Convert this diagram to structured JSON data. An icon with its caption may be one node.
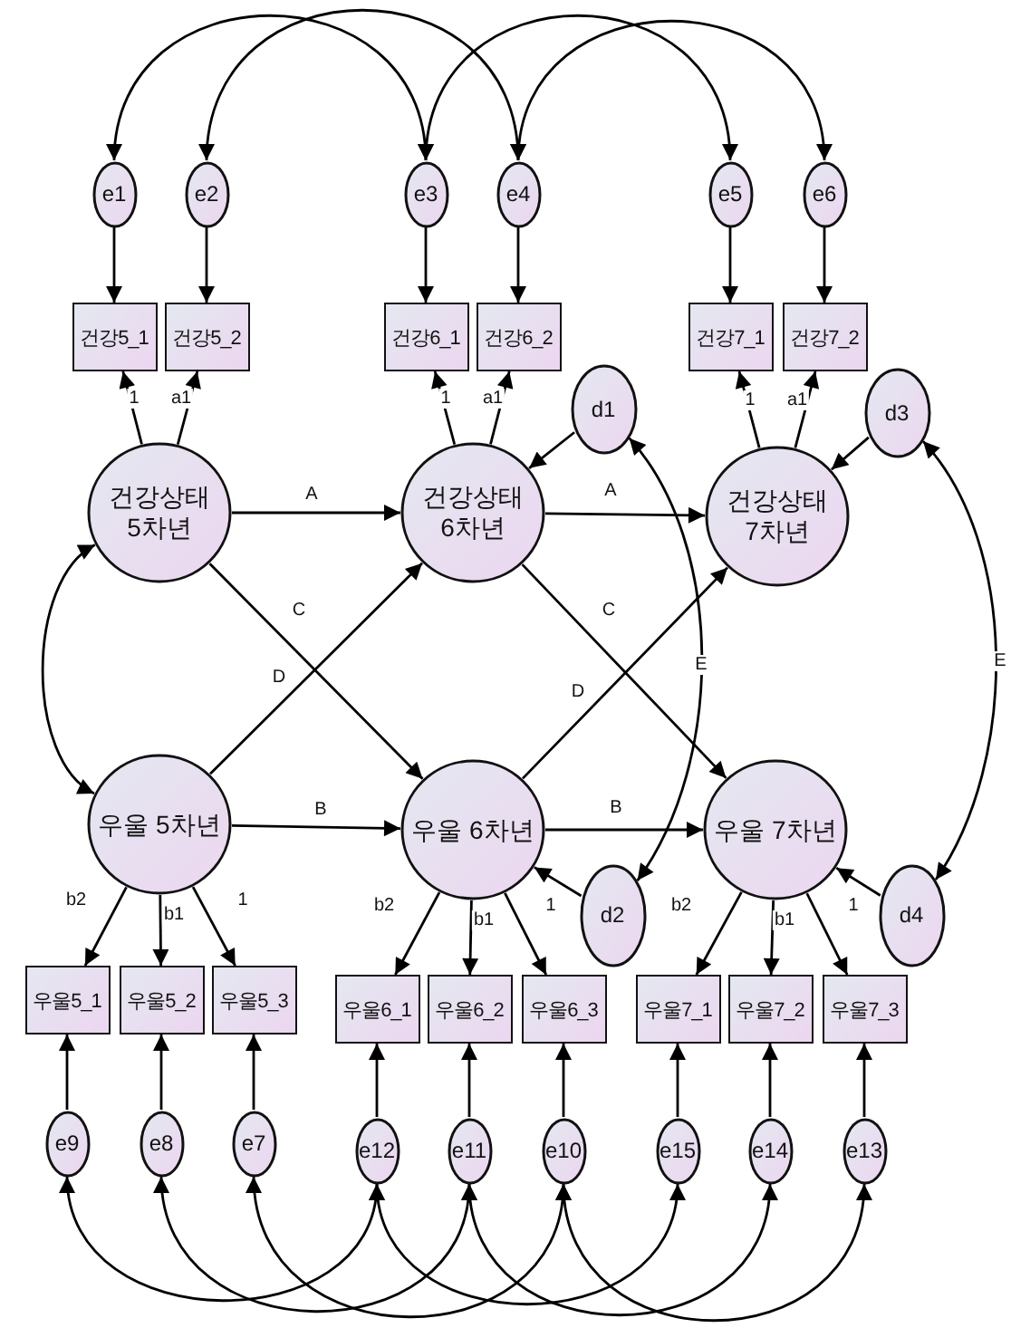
{
  "diagram": {
    "nodes": [
      {
        "text": [
          "e1"
        ]
      },
      {
        "text": [
          "e2"
        ]
      },
      {
        "text": [
          "e3"
        ]
      },
      {
        "text": [
          "e4"
        ]
      },
      {
        "text": [
          "e5"
        ]
      },
      {
        "text": [
          "e6"
        ]
      },
      {
        "text": [
          "건강5_1"
        ]
      },
      {
        "text": [
          "건강5_2"
        ]
      },
      {
        "text": [
          "건강6_1"
        ]
      },
      {
        "text": [
          "건강6_2"
        ]
      },
      {
        "text": [
          "건강7_1"
        ]
      },
      {
        "text": [
          "건강7_2"
        ]
      },
      {
        "text": [
          "d1"
        ]
      },
      {
        "text": [
          "d3"
        ]
      },
      {
        "text": [
          "건강상태 5차년"
        ]
      },
      {
        "text": [
          "건강상태 6차년"
        ]
      },
      {
        "text": [
          "건강상태 7차년"
        ]
      },
      {
        "text": [
          "우울 5차년"
        ]
      },
      {
        "text": [
          "우울 6차년"
        ]
      },
      {
        "text": [
          "우울 7차년"
        ]
      },
      {
        "text": [
          "d2"
        ]
      },
      {
        "text": [
          "d4"
        ]
      },
      {
        "text": [
          "우울5_1"
        ]
      },
      {
        "text": [
          "우울5_2"
        ]
      },
      {
        "text": [
          "우울5_3"
        ]
      },
      {
        "text": [
          "우울6_1"
        ]
      },
      {
        "text": [
          "우울6_2"
        ]
      },
      {
        "text": [
          "우울6_3"
        ]
      },
      {
        "text": [
          "우울7_1"
        ]
      },
      {
        "text": [
          "우울7_2"
        ]
      },
      {
        "text": [
          "우울7_3"
        ]
      },
      {
        "text": [
          "e9"
        ]
      },
      {
        "text": [
          "e8"
        ]
      },
      {
        "text": [
          "e7"
        ]
      },
      {
        "text": [
          "e12"
        ]
      },
      {
        "text": [
          "e11"
        ]
      },
      {
        "text": [
          "e10"
        ]
      },
      {
        "text": [
          "e15"
        ]
      },
      {
        "text": [
          "e14"
        ]
      },
      {
        "text": [
          "e13"
        ]
      }
    ],
    "edges": [
      {
        "from": 0,
        "to": 2,
        "arrow": "both"
      },
      {
        "from": 1,
        "to": 3,
        "arrow": "both"
      },
      {
        "from": 2,
        "to": 4,
        "arrow": "both"
      },
      {
        "from": 3,
        "to": 5,
        "arrow": "both"
      },
      {
        "from": 0,
        "to": 6,
        "arrow": "to"
      },
      {
        "from": 1,
        "to": 7,
        "arrow": "to"
      },
      {
        "from": 2,
        "to": 8,
        "arrow": "to"
      },
      {
        "from": 3,
        "to": 9,
        "arrow": "to"
      },
      {
        "from": 4,
        "to": 10,
        "arrow": "to"
      },
      {
        "from": 5,
        "to": 11,
        "arrow": "to"
      },
      {
        "from": 14,
        "to": 6,
        "arrow": "to",
        "label": "1"
      },
      {
        "from": 14,
        "to": 7,
        "arrow": "to",
        "label": "a1"
      },
      {
        "from": 15,
        "to": 8,
        "arrow": "to",
        "label": "1"
      },
      {
        "from": 15,
        "to": 9,
        "arrow": "to",
        "label": "a1"
      },
      {
        "from": 16,
        "to": 10,
        "arrow": "to",
        "label": "1"
      },
      {
        "from": 16,
        "to": 11,
        "arrow": "to",
        "label": "a1"
      },
      {
        "from": 12,
        "to": 15,
        "arrow": "to"
      },
      {
        "from": 13,
        "to": 16,
        "arrow": "to"
      },
      {
        "from": 14,
        "to": 15,
        "arrow": "to",
        "label": "A"
      },
      {
        "from": 15,
        "to": 16,
        "arrow": "to",
        "label": "A"
      },
      {
        "from": 14,
        "to": 18,
        "arrow": "to",
        "label": "C"
      },
      {
        "from": 15,
        "to": 19,
        "arrow": "to",
        "label": "C"
      },
      {
        "from": 17,
        "to": 15,
        "arrow": "to",
        "label": "D"
      },
      {
        "from": 18,
        "to": 16,
        "arrow": "to",
        "label": "D"
      },
      {
        "from": 17,
        "to": 18,
        "arrow": "to",
        "label": "B"
      },
      {
        "from": 18,
        "to": 19,
        "arrow": "to",
        "label": "B"
      },
      {
        "from": 14,
        "to": 17,
        "arrow": "both"
      },
      {
        "from": 12,
        "to": 20,
        "arrow": "both",
        "label": "E"
      },
      {
        "from": 13,
        "to": 21,
        "arrow": "both",
        "label": "E"
      },
      {
        "from": 20,
        "to": 18,
        "arrow": "to"
      },
      {
        "from": 21,
        "to": 19,
        "arrow": "to"
      },
      {
        "from": 17,
        "to": 22,
        "arrow": "to",
        "label": "b2"
      },
      {
        "from": 17,
        "to": 23,
        "arrow": "to",
        "label": "b1"
      },
      {
        "from": 17,
        "to": 24,
        "arrow": "to",
        "label": "1"
      },
      {
        "from": 18,
        "to": 25,
        "arrow": "to",
        "label": "b2"
      },
      {
        "from": 18,
        "to": 26,
        "arrow": "to",
        "label": "b1"
      },
      {
        "from": 18,
        "to": 27,
        "arrow": "to",
        "label": "1"
      },
      {
        "from": 19,
        "to": 28,
        "arrow": "to",
        "label": "b2"
      },
      {
        "from": 19,
        "to": 29,
        "arrow": "to",
        "label": "b1"
      },
      {
        "from": 19,
        "to": 30,
        "arrow": "to",
        "label": "1"
      },
      {
        "from": 31,
        "to": 22,
        "arrow": "to"
      },
      {
        "from": 32,
        "to": 23,
        "arrow": "to"
      },
      {
        "from": 33,
        "to": 24,
        "arrow": "to"
      },
      {
        "from": 34,
        "to": 25,
        "arrow": "to"
      },
      {
        "from": 35,
        "to": 26,
        "arrow": "to"
      },
      {
        "from": 36,
        "to": 27,
        "arrow": "to"
      },
      {
        "from": 37,
        "to": 28,
        "arrow": "to"
      },
      {
        "from": 38,
        "to": 29,
        "arrow": "to"
      },
      {
        "from": 39,
        "to": 30,
        "arrow": "to"
      },
      {
        "from": 31,
        "to": 34,
        "arrow": "both"
      },
      {
        "from": 32,
        "to": 35,
        "arrow": "both"
      },
      {
        "from": 33,
        "to": 36,
        "arrow": "both"
      },
      {
        "from": 34,
        "to": 37,
        "arrow": "both"
      },
      {
        "from": 35,
        "to": 38,
        "arrow": "both"
      },
      {
        "from": 36,
        "to": 39,
        "arrow": "both"
      }
    ]
  }
}
